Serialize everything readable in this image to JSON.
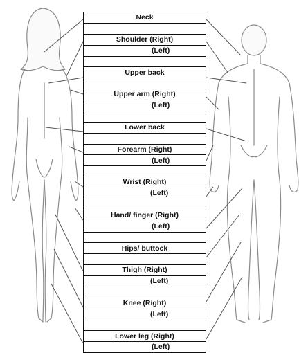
{
  "table": {
    "rows": [
      {
        "label": "Neck"
      },
      {
        "label": ""
      },
      {
        "label": "Shoulder (Right)"
      },
      {
        "label": "(Left)"
      },
      {
        "label": ""
      },
      {
        "label": "Upper back"
      },
      {
        "label": ""
      },
      {
        "label": "Upper arm (Right)"
      },
      {
        "label": "(Left)"
      },
      {
        "label": ""
      },
      {
        "label": "Lower back"
      },
      {
        "label": ""
      },
      {
        "label": "Forearm (Right)"
      },
      {
        "label": "(Left)"
      },
      {
        "label": ""
      },
      {
        "label": "Wrist (Right)"
      },
      {
        "label": "(Left)"
      },
      {
        "label": ""
      },
      {
        "label": "Hand/ finger (Right)"
      },
      {
        "label": "(Left)"
      },
      {
        "label": ""
      },
      {
        "label": "Hips/ buttock"
      },
      {
        "label": ""
      },
      {
        "label": "Thigh (Right)"
      },
      {
        "label": "(Left)"
      },
      {
        "label": ""
      },
      {
        "label": "Knee (Right)"
      },
      {
        "label": "(Left)"
      },
      {
        "label": ""
      },
      {
        "label": "Lower leg (Right)"
      },
      {
        "label": "(Left)"
      }
    ]
  }
}
